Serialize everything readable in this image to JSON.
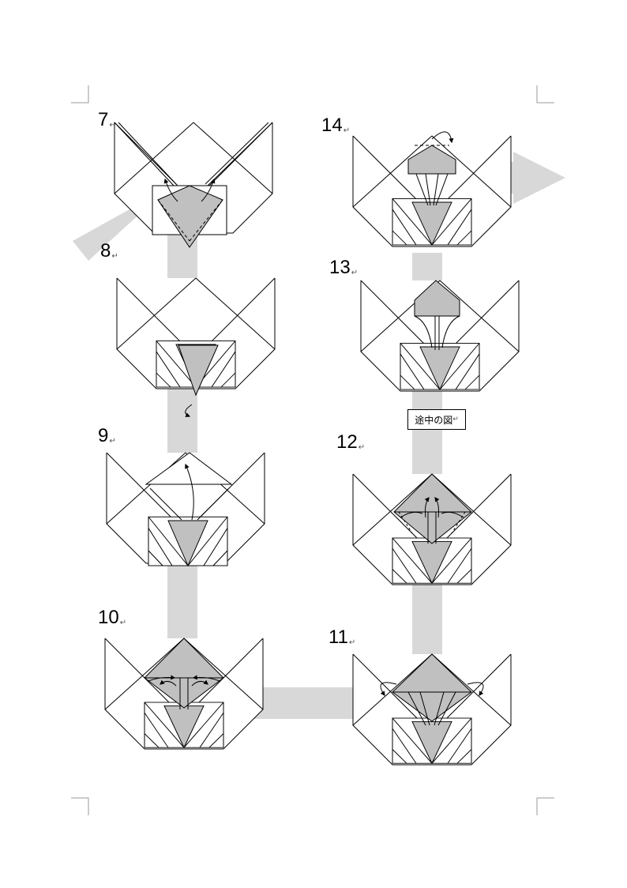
{
  "page": {
    "colors": {
      "paper_grey": "#c0c0c0",
      "flow_arrow": "#d8d8d8",
      "line": "#000000"
    }
  },
  "steps": [
    {
      "number": "7",
      "mark": "↵"
    },
    {
      "number": "8",
      "mark": "↵"
    },
    {
      "number": "9",
      "mark": "↵"
    },
    {
      "number": "10",
      "mark": "↵"
    },
    {
      "number": "11",
      "mark": "↵"
    },
    {
      "number": "12",
      "mark": "↵"
    },
    {
      "number": "13",
      "mark": "↵"
    },
    {
      "number": "14",
      "mark": "↵"
    }
  ],
  "callout": {
    "text": "途中の図",
    "mark": "↵"
  },
  "icons": {
    "flow": "flow-arrow-icon",
    "fold": "fold-arrow-icon",
    "turn": "turn-over-icon"
  }
}
